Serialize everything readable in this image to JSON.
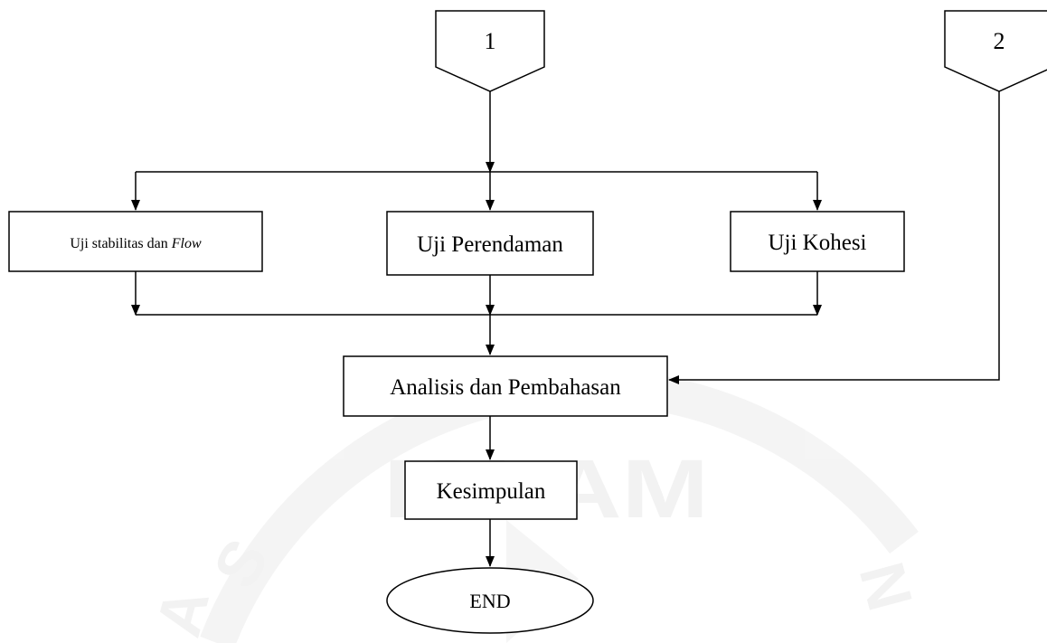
{
  "connectors": {
    "connector_1": "1",
    "connector_2": "2"
  },
  "boxes": {
    "uji_stabilitas_prefix": "Uji stabilitas dan ",
    "uji_stabilitas_italic": "Flow",
    "uji_perendaman": "Uji Perendaman",
    "uji_kohesi": "Uji Kohesi",
    "analisis": "Analisis dan Pembahasan",
    "kesimpulan": "Kesimpulan",
    "end": "END"
  },
  "watermark": {
    "text": "ISLAM",
    "letters": [
      "S",
      "A",
      "N"
    ],
    "color": "#e9e9e9"
  },
  "colors": {
    "line": "#000000",
    "background": "#ffffff"
  }
}
